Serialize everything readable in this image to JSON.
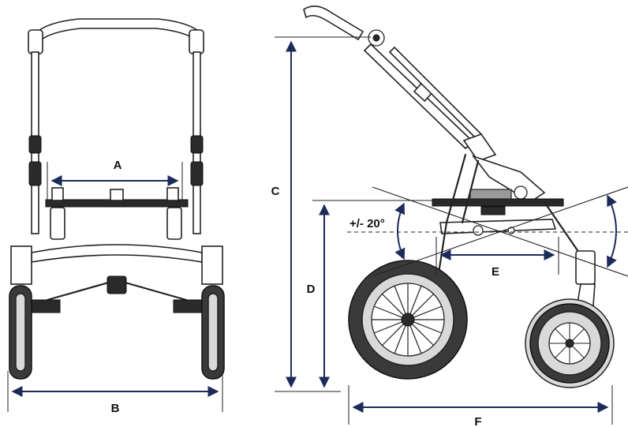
{
  "diagram": {
    "dimension_labels": {
      "a": "A",
      "b": "B",
      "c": "C",
      "d": "D",
      "e": "E",
      "f": "F"
    },
    "tilt_label": "+/- 20°",
    "colors": {
      "dimension_line": "#1c2b5a",
      "outline": "#222222",
      "tire": "#3a3a3a"
    }
  }
}
